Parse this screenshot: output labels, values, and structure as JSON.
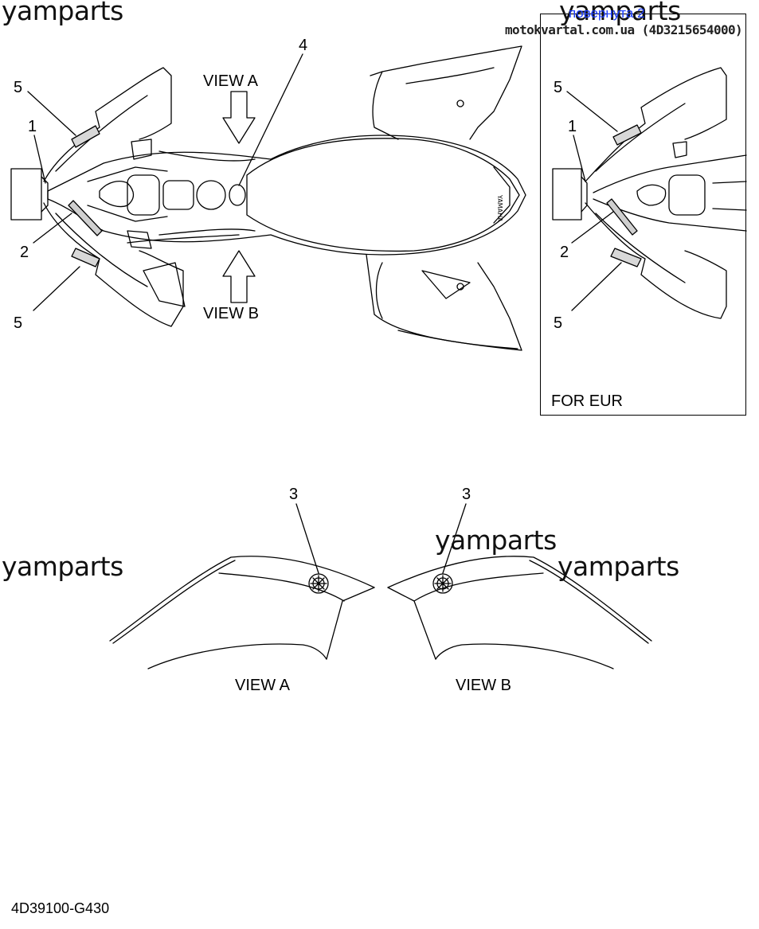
{
  "watermarks": {
    "top_left": "yamparts",
    "top_right": "yamparts",
    "mid_left": "yamparts",
    "mid_center": "yamparts",
    "mid_right": "yamparts"
  },
  "header": {
    "link_text": "повернута 2",
    "site_stamp": "motokvartal.com.ua (4D3215654000)"
  },
  "callouts": {
    "main_1": "1",
    "main_2": "2",
    "main_4": "4",
    "main_5_top": "5",
    "main_5_bottom": "5",
    "inset_1": "1",
    "inset_2": "2",
    "inset_5_top": "5",
    "inset_5_bottom": "5",
    "view_a_3": "3",
    "view_b_3": "3"
  },
  "labels": {
    "view_a_top": "VIEW A",
    "view_b_bottom": "VIEW B",
    "for_eur": "FOR EUR",
    "view_a_caption": "VIEW A",
    "view_b_caption": "VIEW B"
  },
  "footer": {
    "diagram_code": "4D39100-G430"
  }
}
